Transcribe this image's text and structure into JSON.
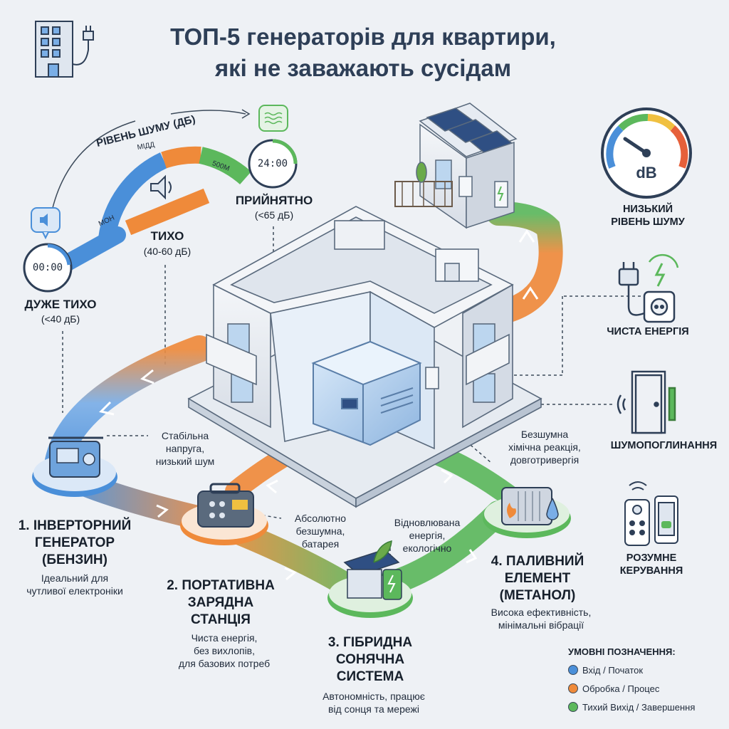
{
  "title": {
    "line1": "ТОП-5 генераторів для квартири,",
    "line2": "які не заважають сусідам"
  },
  "noise_scale": {
    "heading": "РІВЕНЬ ШУМУ (ДБ)",
    "arc_left": "МОН",
    "arc_mid": "МІДД",
    "arc_right": "500М",
    "clock_left": "00:00",
    "clock_right": "24:00",
    "levels": [
      {
        "name": "ДУЖЕ ТИХО",
        "range": "(<40 дБ)"
      },
      {
        "name": "ТИХО",
        "range": "(40-60 дБ)"
      },
      {
        "name": "ПРИЙНЯТНО",
        "range": "(<65 дБ)"
      }
    ]
  },
  "gauge": {
    "unit": "dB",
    "label_line1": "НИЗЬКИЙ",
    "label_line2": "РІВЕНЬ ШУМУ"
  },
  "features": [
    {
      "label": "ЧИСТА ЕНЕРГІЯ"
    },
    {
      "label": "ШУМОПОГЛИНАННЯ"
    },
    {
      "label_line1": "РОЗУМНЕ",
      "label_line2": "КЕРУВАННЯ"
    }
  ],
  "generators": [
    {
      "title": [
        "1. ІНВЕРТОРНИЙ",
        "ГЕНЕРАТОР",
        "(БЕНЗИН)"
      ],
      "desc": [
        "Ідеальний для",
        "чутливої електроніки"
      ],
      "callout": [
        "Стабільна",
        "напруга,",
        "низький шум"
      ]
    },
    {
      "title": [
        "2. ПОРТАТИВНА",
        "ЗАРЯДНА",
        "СТАНЦІЯ"
      ],
      "desc": [
        "Чиста енергія,",
        "без вихлопів,",
        "для базових потреб"
      ],
      "callout": [
        "Абсолютно",
        "безшумна,",
        "батарея"
      ]
    },
    {
      "title": [
        "3. ГІБРИДНА",
        "СОНЯЧНА",
        "СИСТЕМА"
      ],
      "desc": [
        "Автономність, працює",
        "від сонця та мережі"
      ],
      "callout": [
        "Відновлювана",
        "енергія,",
        "екологічно"
      ]
    },
    {
      "title": [
        "4. ПАЛИВНИЙ",
        "ЕЛЕМЕНТ",
        "(МЕТАНОЛ)"
      ],
      "desc": [
        "Висока ефективність,",
        "мінімальні вібрації"
      ],
      "callout": [
        "Безшумна",
        "хімічна реакція,",
        "довготривергія"
      ]
    }
  ],
  "legend": {
    "title": "УМОВНІ ПОЗНАЧЕННЯ:",
    "items": [
      {
        "label": "Вхід / Початок",
        "color": "#4a8fd9"
      },
      {
        "label": "Обробка / Процес",
        "color": "#ef8a3a"
      },
      {
        "label": "Тихий Вихід / Завершення",
        "color": "#5cb85c"
      }
    ]
  },
  "colors": {
    "blue": "#4a8fd9",
    "orange": "#ef8a3a",
    "green": "#5cb85c",
    "title": "#2e3f57"
  }
}
